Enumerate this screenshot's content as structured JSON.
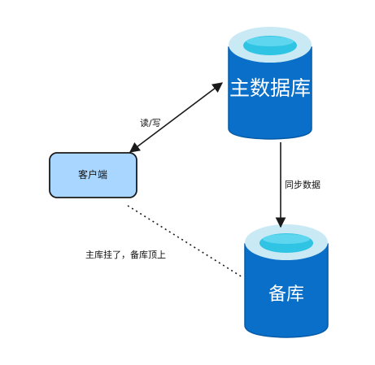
{
  "nodes": {
    "client": {
      "label": "客户端"
    },
    "primary_db": {
      "label": "主数据库"
    },
    "standby_db": {
      "label": "备库"
    }
  },
  "edges": {
    "read_write": {
      "label": "读/写"
    },
    "sync": {
      "label": "同步数据"
    },
    "failover": {
      "label": "主库挂了，备库顶上"
    }
  },
  "colors": {
    "db_body": "#0a6fc9",
    "db_body_dark": "#075aa6",
    "db_rim": "#c9eaf5",
    "db_liquid": "#2fc4e4",
    "client_fill": "#a9d6ff",
    "client_stroke": "#1a1a1a",
    "line": "#1a1a1a"
  }
}
